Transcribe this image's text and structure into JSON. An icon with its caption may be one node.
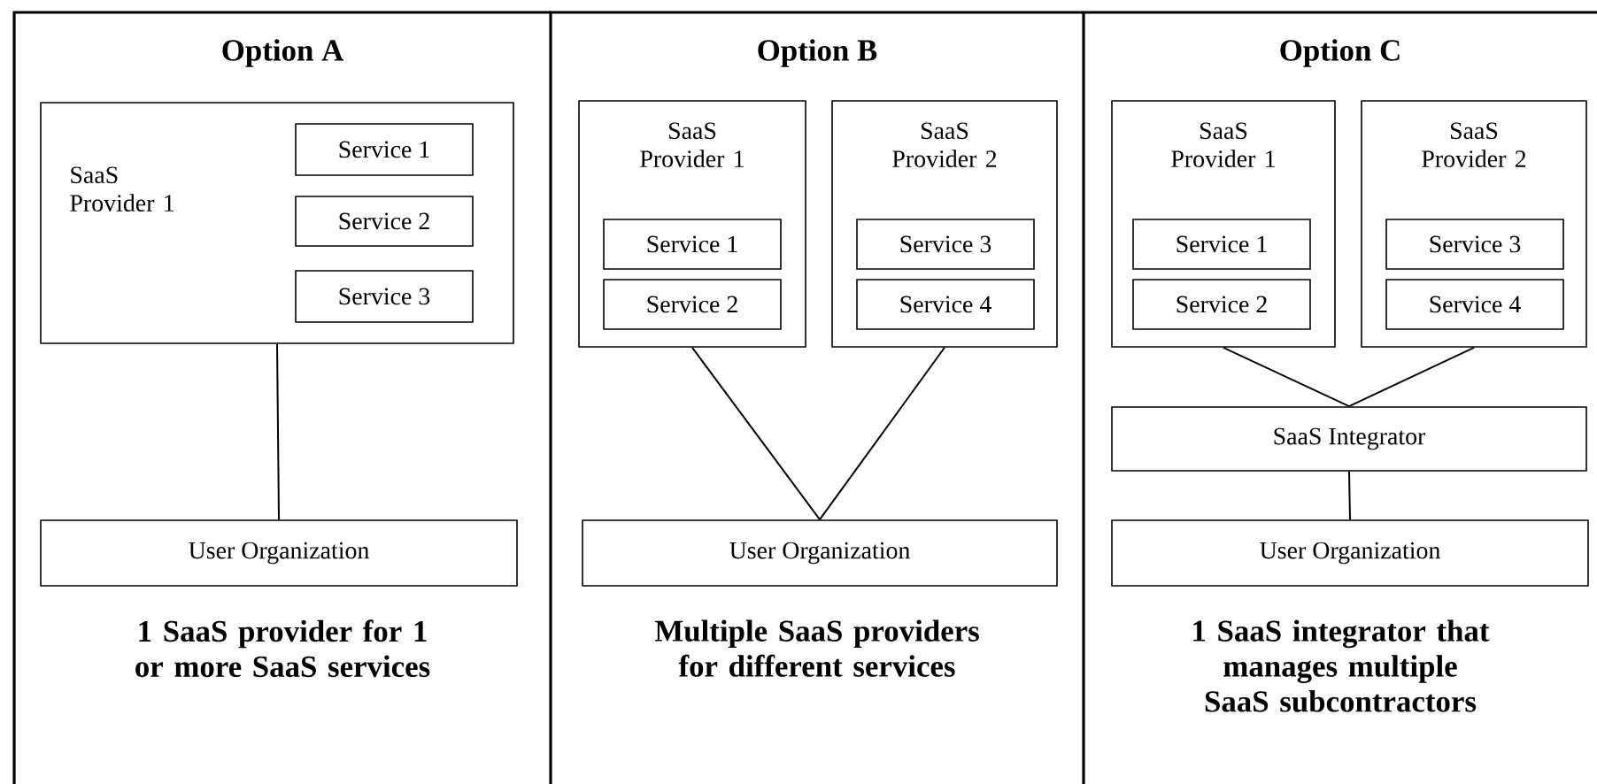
{
  "diagram": {
    "nodes": [
      {
        "text": [
          "Option A",
          "1 SaaS provider for 1 or more SaaS services"
        ]
      },
      {
        "text": [
          "SaaS Provider 1"
        ],
        "in": 0
      },
      {
        "text": [
          "Service 1"
        ],
        "in": 1
      },
      {
        "text": [
          "Service 2"
        ],
        "in": 1
      },
      {
        "text": [
          "Service 3"
        ],
        "in": 1
      },
      {
        "text": [
          "User Organization"
        ],
        "in": 0
      },
      {
        "text": [
          "Option B",
          "Multiple SaaS providers for different services"
        ]
      },
      {
        "text": [
          "SaaS Provider 1"
        ],
        "in": 6
      },
      {
        "text": [
          "Service 1"
        ],
        "in": 7
      },
      {
        "text": [
          "Service 2"
        ],
        "in": 7
      },
      {
        "text": [
          "SaaS Provider 2"
        ],
        "in": 6
      },
      {
        "text": [
          "Service 3"
        ],
        "in": 10
      },
      {
        "text": [
          "Service 4"
        ],
        "in": 10
      },
      {
        "text": [
          "User Organization"
        ],
        "in": 6
      },
      {
        "text": [
          "Option C",
          "1 SaaS integrator that manages multiple SaaS subcontractors"
        ]
      },
      {
        "text": [
          "SaaS Provider 1"
        ],
        "in": 14
      },
      {
        "text": [
          "Service 1"
        ],
        "in": 15
      },
      {
        "text": [
          "Service 2"
        ],
        "in": 15
      },
      {
        "text": [
          "SaaS Provider 2"
        ],
        "in": 14
      },
      {
        "text": [
          "Service 3"
        ],
        "in": 18
      },
      {
        "text": [
          "Service 4"
        ],
        "in": 18
      },
      {
        "text": [
          "SaaS Integrator"
        ],
        "in": 14
      },
      {
        "text": [
          "User Organization"
        ],
        "in": 14
      }
    ],
    "edges": [
      {
        "from": 1,
        "to": 5,
        "arrow": "none"
      },
      {
        "from": 7,
        "to": 13,
        "arrow": "none"
      },
      {
        "from": 10,
        "to": 13,
        "arrow": "none"
      },
      {
        "from": 15,
        "to": 21,
        "arrow": "none"
      },
      {
        "from": 18,
        "to": 21,
        "arrow": "none"
      },
      {
        "from": 21,
        "to": 22,
        "arrow": "none"
      }
    ]
  }
}
